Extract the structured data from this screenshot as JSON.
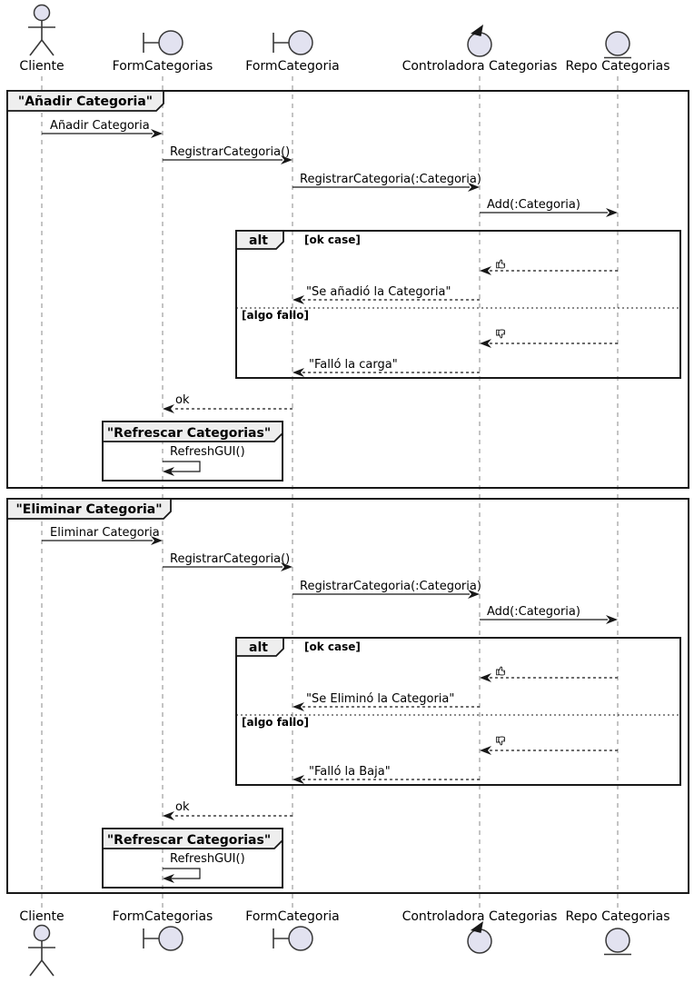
{
  "diagram": {
    "type": "uml-sequence-diagram"
  },
  "colors": {
    "participant_fill": "#E2E2F0",
    "line": "#181818",
    "frame_header_fill": "#EEEEEE",
    "lifeline": "#8A8A8A",
    "background": "#FFFFFF"
  },
  "participants": [
    {
      "name": "Cliente",
      "icon": "actor-icon"
    },
    {
      "name": "FormCategorias",
      "icon": "boundary-icon"
    },
    {
      "name": "FormCategoria",
      "icon": "boundary-icon"
    },
    {
      "name": "Controladora Categorias",
      "icon": "control-icon"
    },
    {
      "name": "Repo Categorias",
      "icon": "entity-icon"
    }
  ],
  "frame1": {
    "title": "\"Añadir Categoria\"",
    "msg1": "Añadir Categoria",
    "msg2": "RegistrarCategoria()",
    "msg3": "RegistrarCategoria(:Categoria)",
    "msg4": "Add(:Categoria)",
    "alt": {
      "label": "alt",
      "guard_ok": "[ok case]",
      "icon_ok": "thumbs-up",
      "reply_ok": "\"Se añadió la Categoria\"",
      "guard_fail": "[algo fallo]",
      "icon_fail": "thumbs-down",
      "reply_fail": "\"Falló la carga\""
    },
    "ok_reply": "ok",
    "group": {
      "title": "\"Refrescar Categorias\"",
      "msg": "RefreshGUI()"
    }
  },
  "frame2": {
    "title": "\"Eliminar Categoria\"",
    "msg1": "Eliminar Categoria",
    "msg2": "RegistrarCategoria()",
    "msg3": "RegistrarCategoria(:Categoria)",
    "msg4": "Add(:Categoria)",
    "alt": {
      "label": "alt",
      "guard_ok": "[ok case]",
      "icon_ok": "thumbs-up",
      "reply_ok": "\"Se Eliminó la Categoria\"",
      "guard_fail": "[algo fallo]",
      "icon_fail": "thumbs-down",
      "reply_fail": "\"Falló la Baja\""
    },
    "ok_reply": "ok",
    "group": {
      "title": "\"Refrescar Categorias\"",
      "msg": "RefreshGUI()"
    }
  }
}
